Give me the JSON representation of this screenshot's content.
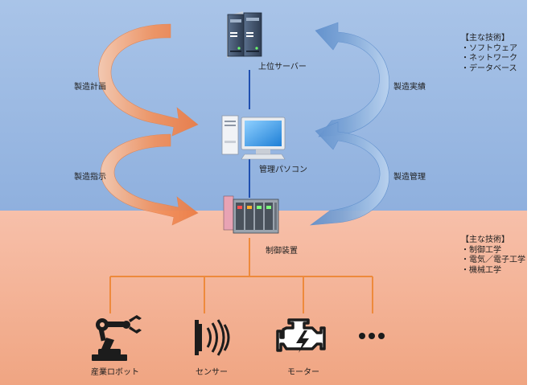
{
  "nodes": {
    "server": "上位サーバー",
    "pc": "管理パソコン",
    "controller": "制御装置"
  },
  "flows": {
    "plan": "製造計画",
    "instruction": "製造指示",
    "result": "製造実績",
    "management": "製造管理"
  },
  "devices": {
    "robot": "産業ロボット",
    "sensor": "センサー",
    "motor": "モーター",
    "more_icon": "ellipsis"
  },
  "it_note": {
    "heading": "【主な技術】",
    "items": [
      "・ソフトウェア",
      "・ネットワーク",
      "・データベース"
    ]
  },
  "ot_note": {
    "heading": "【主な技術】",
    "items": [
      "・制御工学",
      "・電気／電子工学",
      "・機械工学"
    ]
  },
  "colors": {
    "it_band": "#9dbae3",
    "ot_band": "#f4b395",
    "orange_arrow": "#f2925e",
    "blue_arrow": "#7ba4d6",
    "bus_line": "#ee8a3c",
    "link_line": "#1f4fb0"
  }
}
